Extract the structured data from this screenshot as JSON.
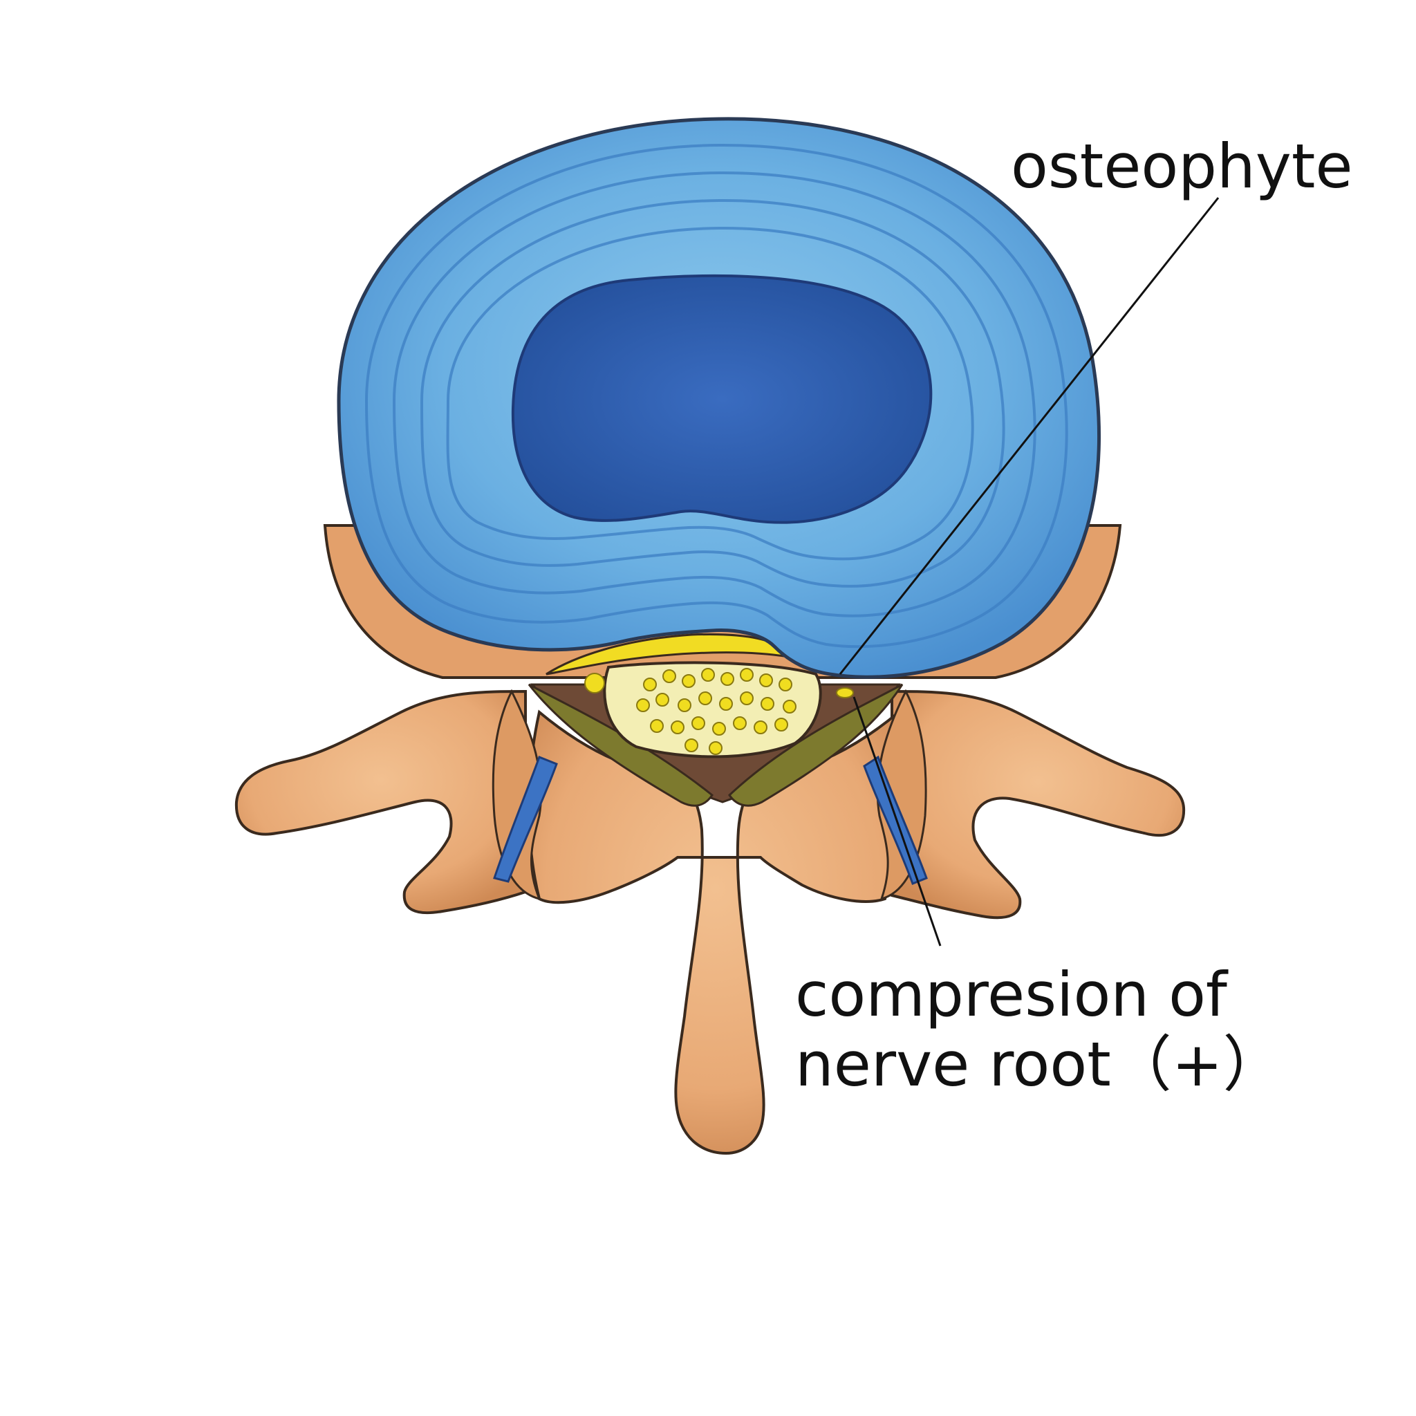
{
  "labels": {
    "osteophyte": "osteophyte",
    "compression_line1": "compresion of",
    "compression_line2": "nerve root（+）"
  },
  "colors": {
    "annulus": "#5fa8de",
    "annulus_ring": "#3d7fc4",
    "nucleus": "#2f5fb0",
    "bone": "#e8a975",
    "bone_shade": "#c98552",
    "outline": "#3a2a1e",
    "osteophyte": "#f1dc23",
    "ligamentum_flavum": "#7d7a2e",
    "dural_sac": "#f3eeb4",
    "nerve_fibers": "#f0dd20",
    "epidural_space": "#6e4a36",
    "foramen": "#3c73c4",
    "leader_line": "#111111"
  },
  "icons": {
    "diagram": "lumbar-vertebra-cross-section"
  }
}
